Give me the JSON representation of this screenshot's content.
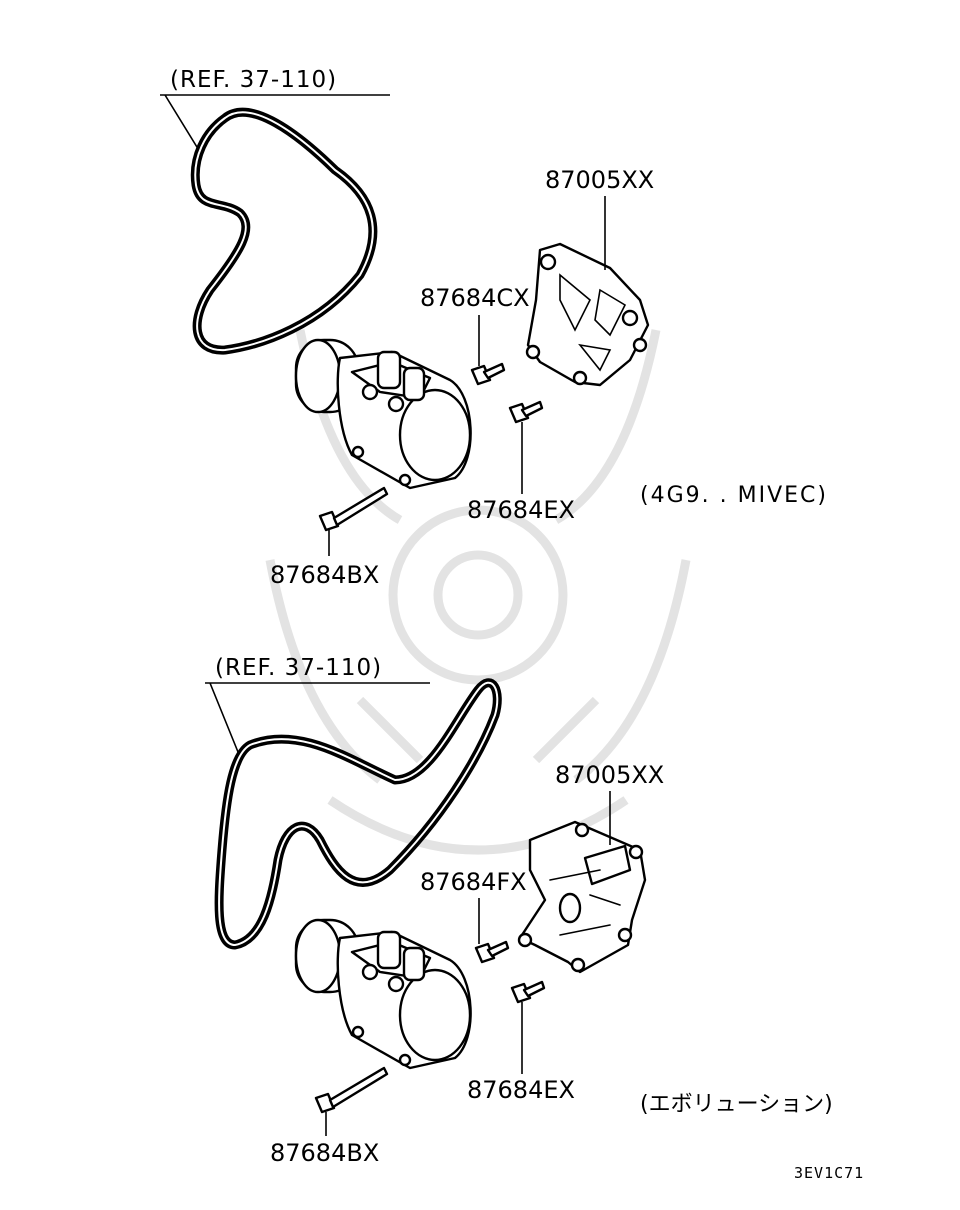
{
  "upper": {
    "belt_ref": "(REF. 37-110)",
    "bracket": "87005XX",
    "bolt_top": "87684CX",
    "bolt_bottom": "87684EX",
    "long_bolt": "87684BX",
    "variant_note": "(4G9. . MIVEC)"
  },
  "lower": {
    "belt_ref": "(REF. 37-110)",
    "bracket": "87005XX",
    "bolt_top": "87684FX",
    "bolt_bottom": "87684EX",
    "long_bolt": "87684BX",
    "variant_note": "(エボリューション)"
  },
  "figure_code": "3EV1C71",
  "colors": {
    "line": "#000000",
    "watermark": "#e3e3e3",
    "background": "#ffffff"
  }
}
